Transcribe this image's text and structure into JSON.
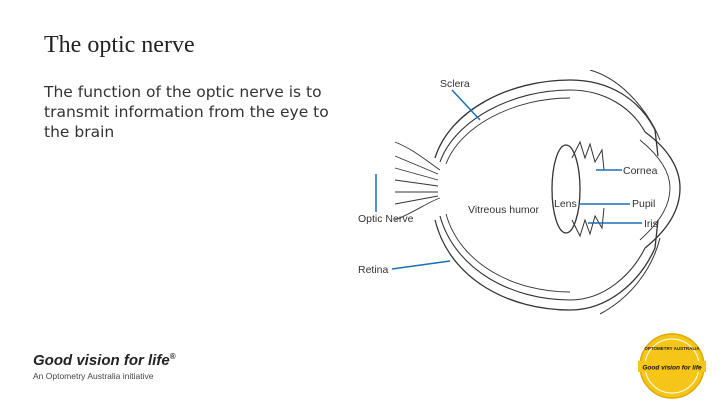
{
  "slide": {
    "title": "The optic nerve",
    "body": "The function of the optic nerve is to transmit information from the eye to the brain"
  },
  "diagram": {
    "labels": {
      "sclera": "Sclera",
      "cornea": "Cornea",
      "lens": "Lens",
      "pupil": "Pupil",
      "vitreous": "Vitreous humor",
      "optic_nerve": "Optic Nerve",
      "iris": "Iris",
      "retina": "Retina"
    },
    "label_color": "#1a6fb5"
  },
  "footer": {
    "brand": "Good vision for life",
    "brand_mark": "®",
    "tagline": "An Optometry Australia initiative",
    "seal_top": "OPTOMETRY AUSTRALIA",
    "seal_middle": "Good vision for life",
    "seal_color": "#f5c518"
  }
}
